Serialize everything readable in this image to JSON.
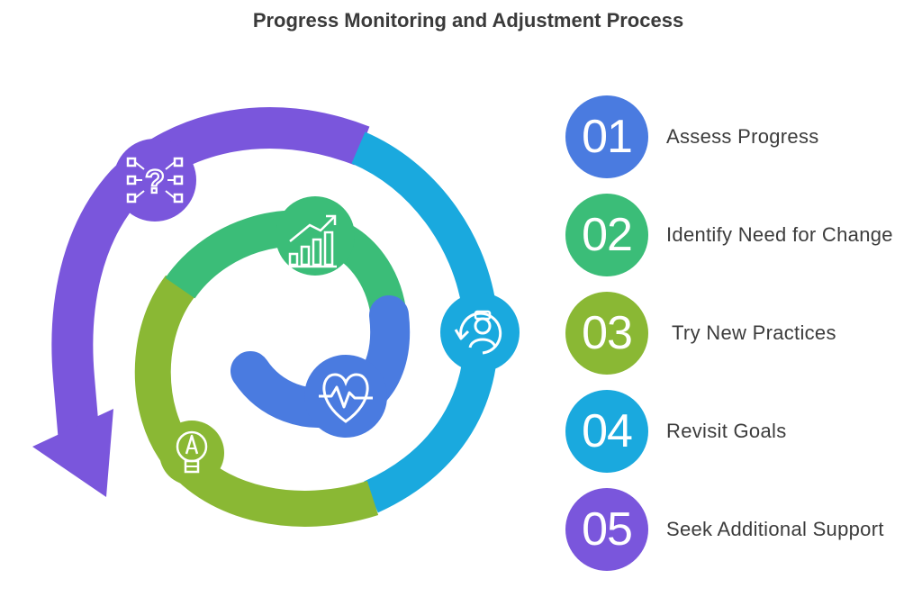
{
  "title": "Progress Monitoring and Adjustment Process",
  "colors": {
    "step1": "#4a7be0",
    "step2": "#3bbd78",
    "step3": "#8ab834",
    "step4": "#1aa9de",
    "step5": "#7a56dc"
  },
  "steps": [
    {
      "number": "01",
      "label": "Assess Progress",
      "color": "#4a7be0",
      "icon": "heart-pulse-icon"
    },
    {
      "number": "02",
      "label": "Identify Need for Change",
      "color": "#3bbd78",
      "icon": "bar-chart-trend-icon"
    },
    {
      "number": "03",
      "label": " Try New Practices",
      "color": "#8ab834",
      "icon": "lightbulb-pen-icon"
    },
    {
      "number": "04",
      "label": "Revisit Goals",
      "color": "#1aa9de",
      "icon": "person-refresh-icon"
    },
    {
      "number": "05",
      "label": "Seek Additional Support",
      "color": "#7a56dc",
      "icon": "question-network-icon"
    }
  ]
}
